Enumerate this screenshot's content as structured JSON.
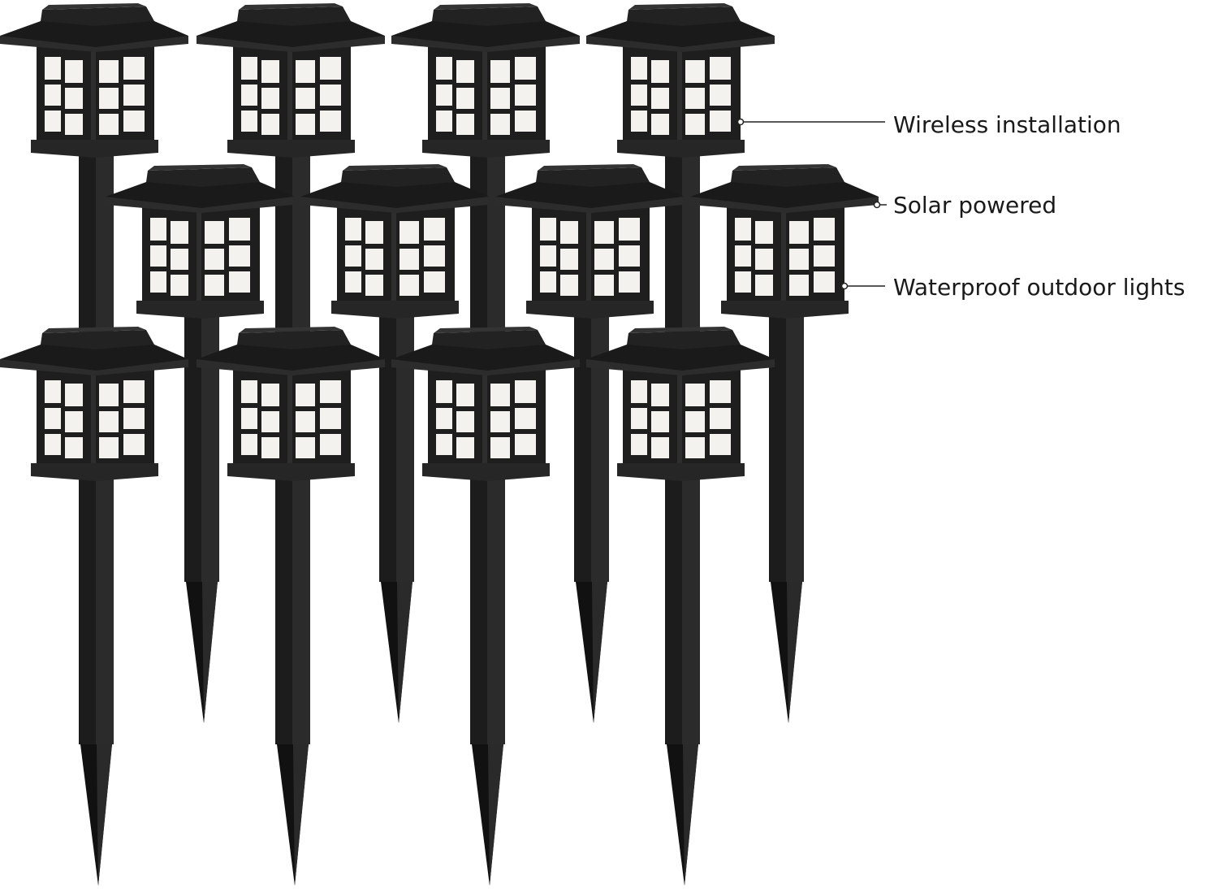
{
  "product": {
    "lantern_count": 12,
    "colors": {
      "body": "#1f1f1f",
      "roof": "#2a2a2a",
      "glass": "#f4f2ee",
      "line": "#222222"
    }
  },
  "callouts": [
    {
      "text": "Wireless installation"
    },
    {
      "text": "Solar powered"
    },
    {
      "text": "Waterproof outdoor lights"
    }
  ]
}
